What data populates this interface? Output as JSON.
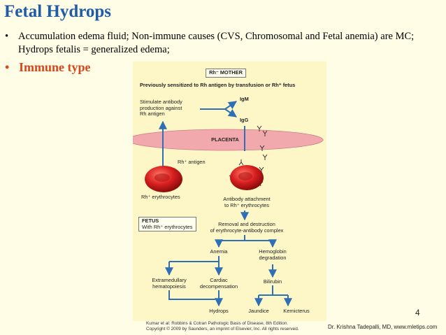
{
  "slide": {
    "title": "Fetal Hydrops",
    "bullet_glyph": "•",
    "bullets": [
      "Accumulation edema fluid; Non-immune causes (CVS, Chromosomal and Fetal anemia) are MC;  Hydrops fetalis = generalized edema;",
      "Immune type"
    ],
    "page_number": "4",
    "footer": "Dr. Krishna Tadepalli, MD, www.mletips.com"
  },
  "figure": {
    "mother_label": "Rh⁻ MOTHER",
    "sensitized": "Previously sensitized to Rh antigen by transfusion or Rh⁺ fetus",
    "stimulate": [
      "Stimulate antibody",
      "production against",
      "Rh antigen"
    ],
    "igm": "IgM",
    "igg": "IgG",
    "placenta": "PLACENTA",
    "rh_antigen": "Rh⁺ antigen",
    "rh_erythrocytes": "Rh⁺ erythrocytes",
    "antibody_attach": [
      "Antibody attachment",
      "to Rh⁺ erythrocytes"
    ],
    "fetus": "FETUS",
    "fetus_sub": "With Rh⁺ erythrocytes",
    "removal": [
      "Removal and destruction",
      "of erythrocyte-antibody complex"
    ],
    "anemia": "Anemia",
    "hemoglobin": [
      "Hemoglobin",
      "degradation"
    ],
    "extramedullary": [
      "Extramedullary",
      "hematopoiesis"
    ],
    "cardiac": [
      "Cardiac",
      "decompensation"
    ],
    "bilirubin": "Bilirubin",
    "hydrops": "Hydrops",
    "jaundice": "Jaundice",
    "kernicterus": "Kernicterus",
    "caption": [
      "Kumar et al: Robbins & Cotran Pathologic Basis of Disease, 8th Edition.",
      "Copyright © 2009 by Saunders, an imprint of Elsevier, Inc. All rights reserved."
    ]
  },
  "colors": {
    "title": "#1f5ca8",
    "immune": "#d9461c",
    "arrow": "#2f6fb5",
    "placenta": "#f2a9ae",
    "rbc": "#d81f1f"
  }
}
